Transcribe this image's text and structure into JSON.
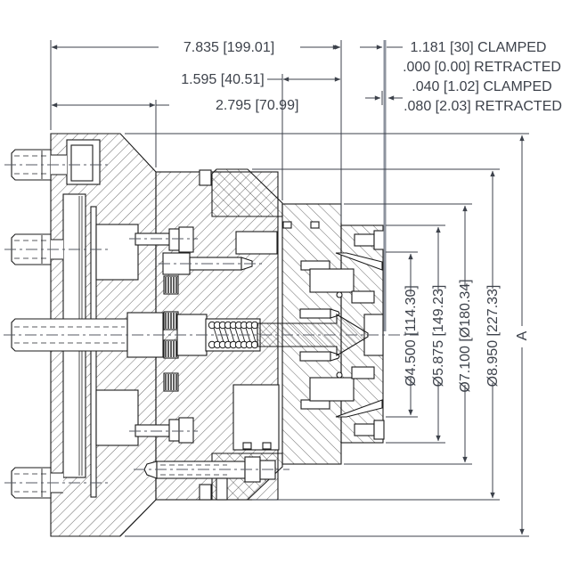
{
  "drawing": {
    "kind": "cross-section engineering drawing",
    "top_dimensions": {
      "overall": "7.835 [199.01]",
      "front": "1.595 [40.51]",
      "rear": "2.795 [70.99]"
    },
    "stroke_annotations": {
      "clamped": "1.181 [30] CLAMPED",
      "retracted": ".000 [0.00] RETRACTED",
      "face_clamped": ".040 [1.02] CLAMPED",
      "face_retracted": ".080 [2.03] RETRACTED"
    },
    "diameter_dimensions": {
      "d1": "Ø4.500 [114.30]",
      "d2": "Ø5.875 [149.23]",
      "d3": "Ø7.100 [Ø180.34]",
      "d4": "Ø8.950 [227.33]",
      "d5": "A"
    },
    "colors": {
      "line": "#1b1b1b",
      "dimension": "#3d424b",
      "stroke_highlight": "#8d939e",
      "background": "#ffffff"
    }
  }
}
